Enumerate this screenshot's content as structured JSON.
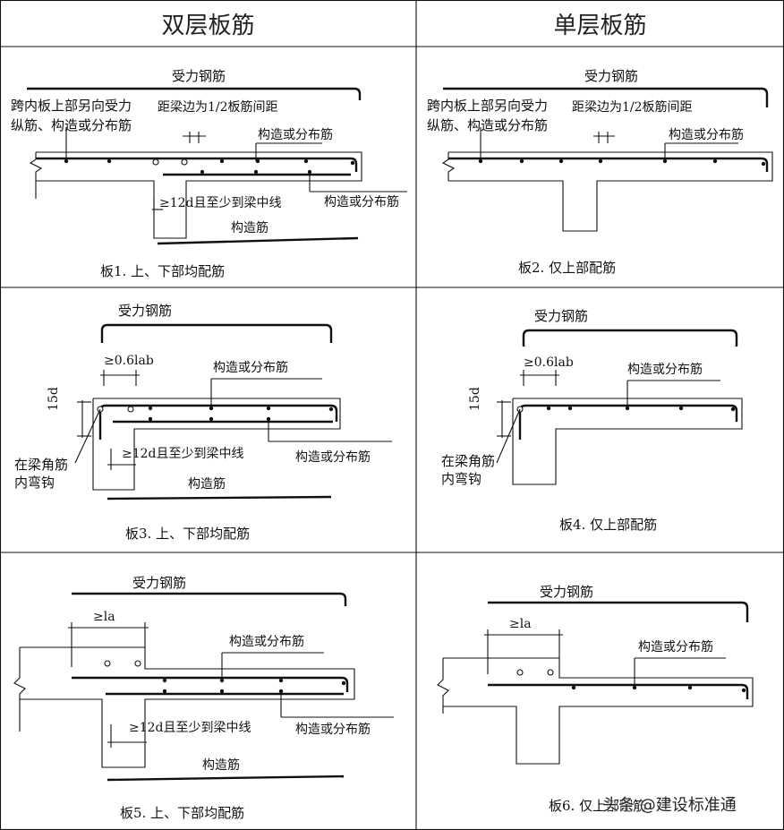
{
  "headers": {
    "double": "双层板筋",
    "single": "单层板筋"
  },
  "panel1": {
    "stress_bar": "受力钢筋",
    "span_note_1": "跨内板上部另向受力",
    "span_note_2": "纵筋、构造或分布筋",
    "spacing": "距梁边为1/2板筋间距",
    "dist_top": "构造或分布筋",
    "dist_bottom": "构造或分布筋",
    "anchor": "≥12d且至少到梁中线",
    "construct": "构造筋",
    "caption": "板1. 上、下部均配筋"
  },
  "panel2": {
    "stress_bar": "受力钢筋",
    "span_note_1": "跨内板上部另向受力",
    "span_note_2": "纵筋、构造或分布筋",
    "spacing": "距梁边为1/2板筋间距",
    "dist_top": "构造或分布筋",
    "caption": "板2. 仅上部配筋"
  },
  "panel3": {
    "stress_bar": "受力钢筋",
    "lab": "≥0.6lab",
    "dist_top": "构造或分布筋",
    "len15d": "15d",
    "hook_1": "在梁角筋",
    "hook_2": "内弯钩",
    "anchor": "≥12d且至少到梁中线",
    "dist_bottom": "构造或分布筋",
    "construct": "构造筋",
    "caption": "板3. 上、下部均配筋"
  },
  "panel4": {
    "stress_bar": "受力钢筋",
    "lab": "≥0.6lab",
    "dist_top": "构造或分布筋",
    "len15d": "15d",
    "hook_1": "在梁角筋",
    "hook_2": "内弯钩",
    "caption": "板4. 仅上部配筋"
  },
  "panel5": {
    "stress_bar": "受力钢筋",
    "la": "≥la",
    "dist_top": "构造或分布筋",
    "anchor": "≥12d且至少到梁中线",
    "dist_bottom": "构造或分布筋",
    "construct": "构造筋",
    "caption": "板5. 上、下部均配筋"
  },
  "panel6": {
    "stress_bar": "受力钢筋",
    "la": "≥la",
    "dist_top": "构造或分布筋",
    "caption": "板6. 仅上部配筋"
  },
  "watermark": "头条 @建设标准通"
}
